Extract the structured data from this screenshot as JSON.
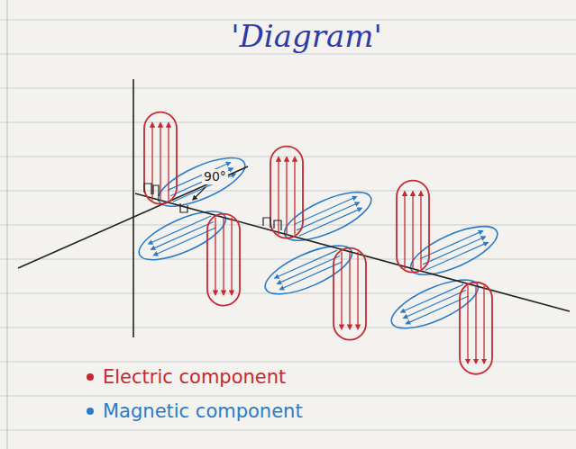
{
  "diagram": {
    "title": "'Diagram'",
    "labels": [
      "90°"
    ],
    "legend": [
      {
        "text": "Electric component",
        "color": "#c62a2f"
      },
      {
        "text": "Magnetic component",
        "color": "#2b7cc4"
      }
    ]
  }
}
